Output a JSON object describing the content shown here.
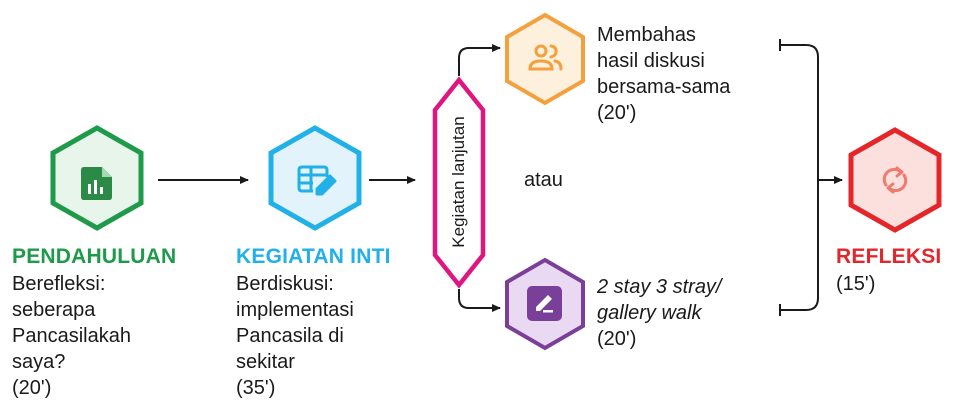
{
  "colors": {
    "pendahuluan": "#1e9a4a",
    "pendahuluan_fill": "#e7f5ea",
    "inti": "#21b0e8",
    "inti_fill": "#e3f3fc",
    "lanjutan_border": "#e0157f",
    "top_branch": "#f4a03e",
    "top_branch_fill": "#fdf0dc",
    "bottom_branch": "#7a3f98",
    "bottom_branch_fill": "#ead9f2",
    "refleksi": "#e4262b",
    "refleksi_fill": "#fbe0dd"
  },
  "icons": {
    "pendahuluan": "spreadsheet-document-icon",
    "inti": "table-edit-icon",
    "diskusi": "people-group-icon",
    "gallery": "pencil-edit-icon",
    "refleksi": "refresh-cycle-icon"
  },
  "stages": {
    "pendahuluan": {
      "title": "PENDAHULUAN",
      "desc": "Berefleksi:\nseberapa\nPancasilakah\nsaya?",
      "time": "(20')"
    },
    "inti": {
      "title": "KEGIATAN INTI",
      "desc": "Berdiskusi:\nimplementasi\nPancasila di\nsekitar",
      "time": "(35')"
    },
    "lanjutan": {
      "label": "Kegiatan lanjutan"
    },
    "option_top": {
      "desc": "Membahas\nhasil diskusi\nbersama-sama",
      "time": "(20')"
    },
    "option_or": "atau",
    "option_bottom": {
      "desc": "2 stay 3 stray/\ngallery walk",
      "time": "(20')"
    },
    "refleksi": {
      "title": "REFLEKSI",
      "time": "(15')"
    }
  }
}
